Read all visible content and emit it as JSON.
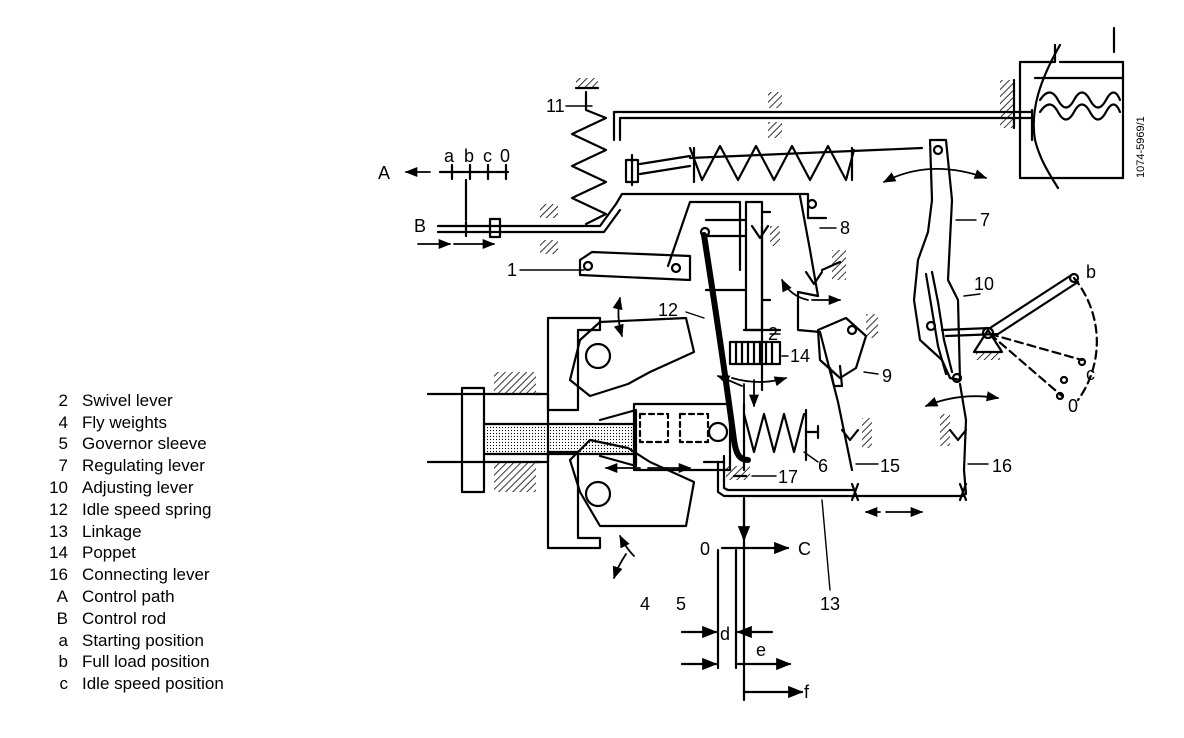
{
  "legend": [
    {
      "key": "2",
      "text": "Swivel lever"
    },
    {
      "key": "4",
      "text": "Fly weights"
    },
    {
      "key": "5",
      "text": "Governor sleeve"
    },
    {
      "key": "7",
      "text": "Regulating lever"
    },
    {
      "key": "10",
      "text": "Adjusting lever"
    },
    {
      "key": "12",
      "text": "Idle speed spring"
    },
    {
      "key": "13",
      "text": "Linkage"
    },
    {
      "key": "14",
      "text": "Poppet"
    },
    {
      "key": "16",
      "text": "Connecting lever"
    },
    {
      "key": "A",
      "text": "Control path"
    },
    {
      "key": "B",
      "text": "Control rod"
    },
    {
      "key": "a",
      "text": "Starting position"
    },
    {
      "key": "b",
      "text": "Full load position"
    },
    {
      "key": "c",
      "text": "Idle speed position"
    }
  ],
  "labels": {
    "A": "A",
    "B": "B",
    "a": "a",
    "b": "b",
    "c": "c",
    "zero": "0",
    "n1": "1",
    "n2": "2",
    "n4": "4",
    "n5": "5",
    "n6": "6",
    "n7": "7",
    "n8": "8",
    "n9": "9",
    "n10": "10",
    "n11": "11",
    "n12": "12",
    "n13": "13",
    "n14": "14",
    "n15": "15",
    "n16": "16",
    "n17": "17",
    "C": "C",
    "d": "d",
    "e": "e",
    "f": "f",
    "lever_b": "b",
    "lever_c": "c",
    "lever_zero": "0",
    "ref": "1074-5969/1"
  }
}
